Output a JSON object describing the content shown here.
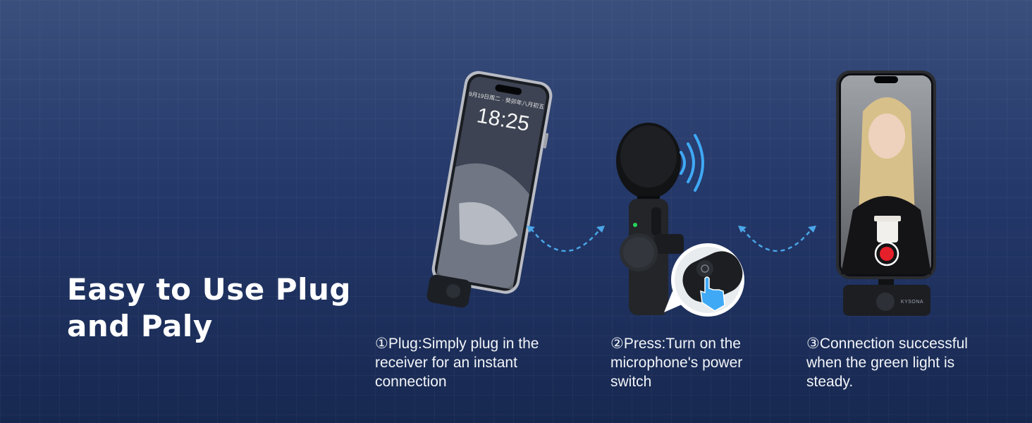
{
  "headline": {
    "line1": "Easy to Use Plug",
    "line2": "and Paly"
  },
  "steps": [
    {
      "text": "①Plug:Simply plug in the receiver for an instant connection"
    },
    {
      "text": "②Press:Turn on the microphone's power switch"
    },
    {
      "text": "③Connection successful when the green light is steady."
    }
  ],
  "phone_lockscreen": {
    "date": "9月19日周二 · 癸卯年八月初五",
    "time": "18:25"
  },
  "receiver_brand": "KYSONA",
  "icons": [
    "phone-icon",
    "receiver-icon",
    "microphone-icon",
    "sound-waves-icon",
    "power-button-icon",
    "pointing-hand-icon",
    "arrow-icon",
    "record-button-icon"
  ],
  "colors": {
    "background_top": "#3a4f7c",
    "background_bottom": "#172850",
    "arrow": "#4aa6e8",
    "indicator": "#27d65a",
    "record": "#e6202a"
  }
}
